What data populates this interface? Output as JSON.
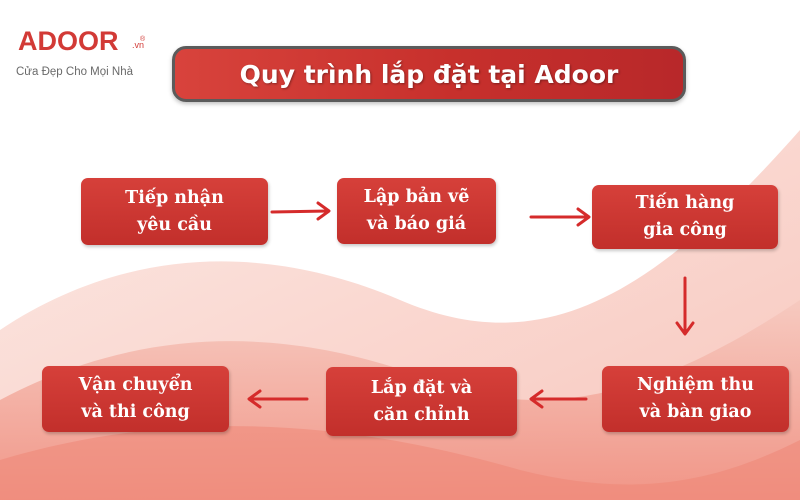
{
  "brand": {
    "logo_text": "ADOOR",
    "logo_suffix": ".vn",
    "registered": "®",
    "tagline": "Cửa Đẹp Cho Mọi Nhà",
    "accent_color": "#c9302c"
  },
  "title": "Quy trình lắp đặt tại Adoor",
  "steps": [
    {
      "label": "Tiếp nhận\nyêu cầu"
    },
    {
      "label": "Lập bản vẽ\nvà báo giá"
    },
    {
      "label": "Tiến hàng\ngia công"
    },
    {
      "label": "Nghiệm thu\nvà bàn giao"
    },
    {
      "label": "Lắp đặt và\ncăn chỉnh"
    },
    {
      "label": "Vận chuyển\nvà thi công"
    }
  ],
  "flow": [
    {
      "from": 0,
      "to": 1,
      "direction": "right"
    },
    {
      "from": 1,
      "to": 2,
      "direction": "right"
    },
    {
      "from": 2,
      "to": 3,
      "direction": "down"
    },
    {
      "from": 3,
      "to": 4,
      "direction": "left"
    },
    {
      "from": 4,
      "to": 5,
      "direction": "left"
    }
  ]
}
